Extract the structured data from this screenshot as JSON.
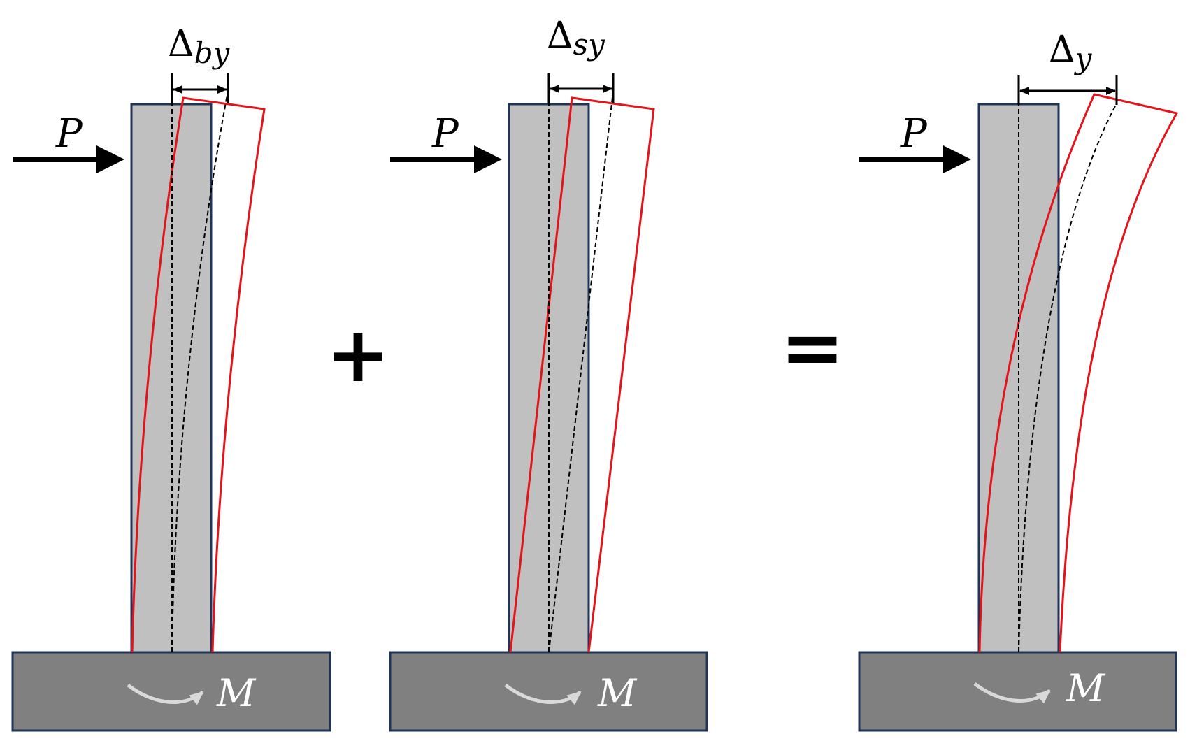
{
  "colors": {
    "column_fill": "#c0c0c0",
    "column_stroke": "#1f3457",
    "base_fill": "#808080",
    "deformed_stroke": "#e3141b",
    "dashed_stroke": "#000000",
    "moment_arrow": "#d9d9d9"
  },
  "panels": [
    {
      "load_label": "P",
      "moment_label": "M",
      "delta_symbol": "Δ",
      "delta_subscript": "by"
    },
    {
      "load_label": "P",
      "moment_label": "M",
      "delta_symbol": "Δ",
      "delta_subscript": "sy"
    },
    {
      "load_label": "P",
      "moment_label": "M",
      "delta_symbol": "Δ",
      "delta_subscript": "y"
    }
  ],
  "operators": {
    "plus": "+",
    "equals": "="
  }
}
